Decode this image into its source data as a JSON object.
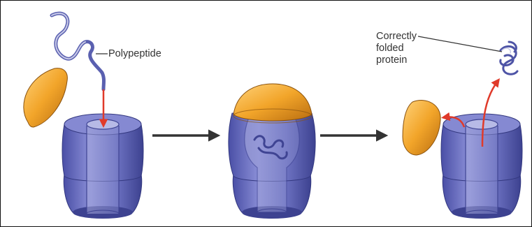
{
  "labels": {
    "polypeptide": "Polypeptide",
    "folded_line1": "Correctly",
    "folded_line2": "folded",
    "folded_line3": "protein"
  },
  "colors": {
    "barrel": "#6f74c4",
    "barrel_dark": "#3f4493",
    "cap": "#f2a52a",
    "arrow": "#e03a2a",
    "process_arrow": "#333333",
    "chain": "#4e54a6",
    "frame": "#111111"
  },
  "icons": [
    "chaperonin-barrel-icon",
    "gros-es-cap-icon",
    "polypeptide-chain-icon",
    "folded-protein-icon"
  ]
}
